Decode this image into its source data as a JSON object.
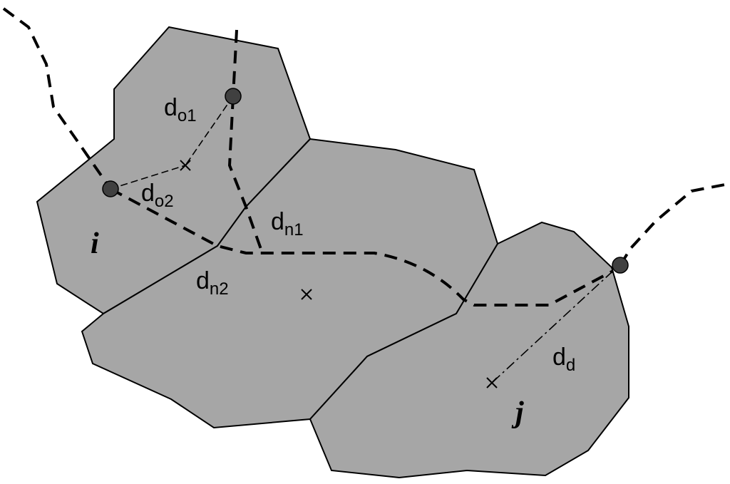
{
  "diagram": {
    "zones": [
      {
        "id": "i",
        "label": "i"
      },
      {
        "id": "middle",
        "label": ""
      },
      {
        "id": "j",
        "label": "j"
      }
    ],
    "distances": {
      "do1": {
        "base": "d",
        "sub": "o1"
      },
      "do2": {
        "base": "d",
        "sub": "o2"
      },
      "dn1": {
        "base": "d",
        "sub": "n1"
      },
      "dn2": {
        "base": "d",
        "sub": "n2"
      },
      "dd": {
        "base": "d",
        "sub": "d"
      }
    },
    "colors": {
      "zone_fill": "#a6a6a6",
      "zone_stroke": "#000000",
      "node_fill": "#404040",
      "background": "#ffffff"
    }
  }
}
